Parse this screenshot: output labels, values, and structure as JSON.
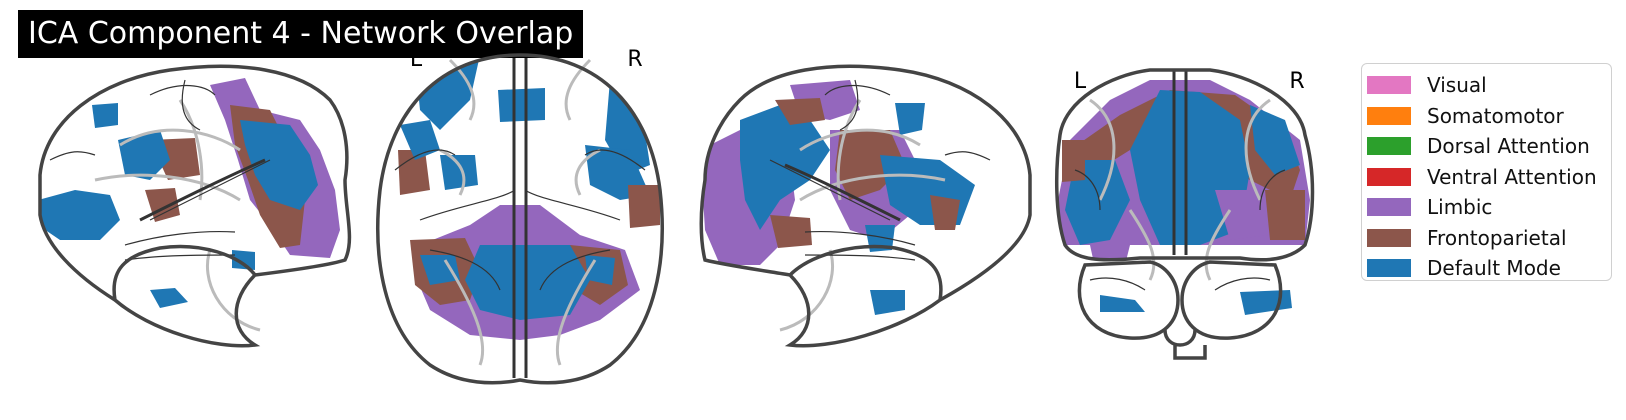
{
  "title": "ICA Component 4 - Network Overlap",
  "hemisphere_labels": {
    "axial_left": "L",
    "axial_right": "R",
    "coronal_left": "L",
    "coronal_right": "R"
  },
  "legend": {
    "entries": [
      {
        "label": "Visual",
        "color": "#e377c2"
      },
      {
        "label": "Somatomotor",
        "color": "#ff7f0e"
      },
      {
        "label": "Dorsal Attention",
        "color": "#2ca02c"
      },
      {
        "label": "Ventral Attention",
        "color": "#d62728"
      },
      {
        "label": "Limbic",
        "color": "#9467bd"
      },
      {
        "label": "Frontoparietal",
        "color": "#8c564b"
      },
      {
        "label": "Default Mode",
        "color": "#1f77b4"
      }
    ]
  },
  "colors": {
    "outline": "#444444",
    "inner_outline": "#bbbbbb",
    "limbic": "#9467bd",
    "frontoparietal": "#8c564b",
    "default_mode": "#1f77b4"
  }
}
